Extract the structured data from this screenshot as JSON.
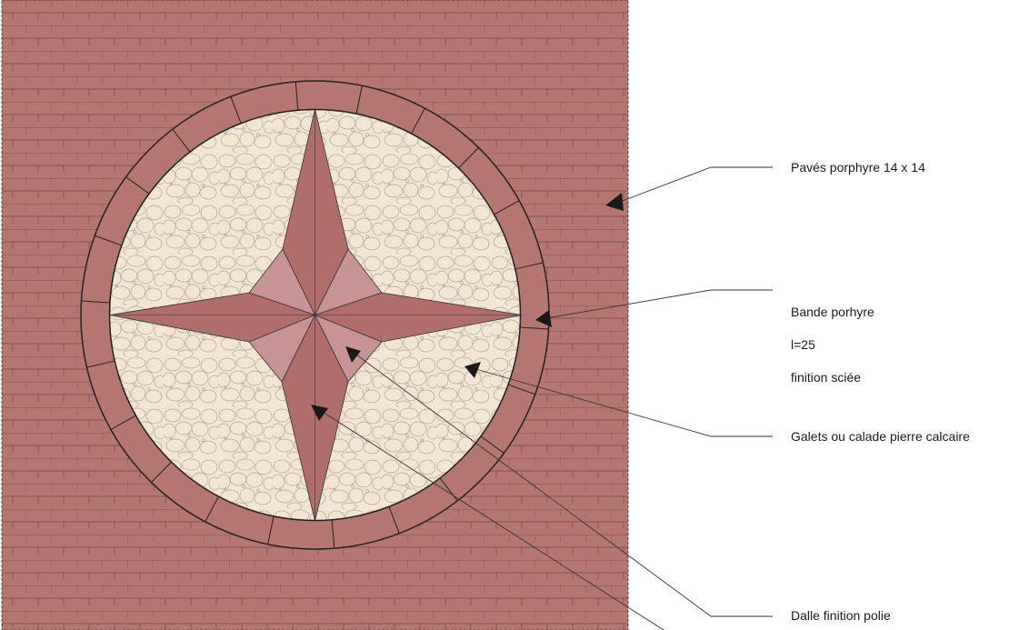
{
  "labels": {
    "paves": "Pavés porphyre 14 x 14",
    "bande": [
      "Bande porhyre",
      "l=25",
      "finition sciée"
    ],
    "galets": "Galets ou calade pierre calcaire",
    "dalle": "Dalle finition polie"
  },
  "colors": {
    "pavers": "#b4776f",
    "paver_lines": "#6e4a44",
    "ring": "#b4776f",
    "galets_fill": "#f2e6d3",
    "galets_line": "#b0a898",
    "star_dark": "#b06e6a",
    "star_light": "#c79496",
    "leader": "#333333"
  }
}
